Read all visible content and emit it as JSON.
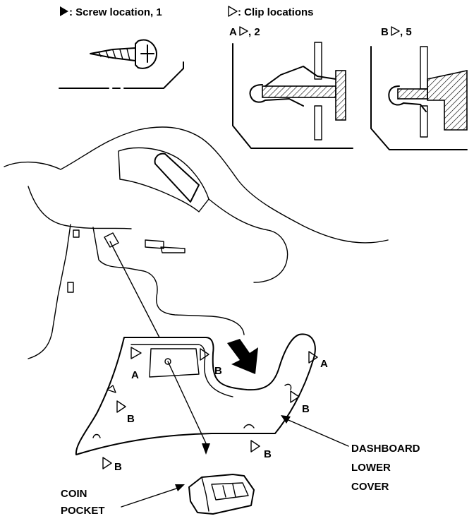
{
  "legend": {
    "screw_text": ": Screw location, 1",
    "clip_text": ": Clip locations",
    "clip_a_letter": "A",
    "clip_a_count": ", 2",
    "clip_b_letter": "B",
    "clip_b_count": ", 5"
  },
  "callouts": {
    "clip_a": "A",
    "clip_b": "B",
    "dashboard_line1": "DASHBOARD",
    "dashboard_line2": "LOWER",
    "dashboard_line3": "COVER",
    "coin_line1": "COIN",
    "coin_line2": "POCKET"
  }
}
